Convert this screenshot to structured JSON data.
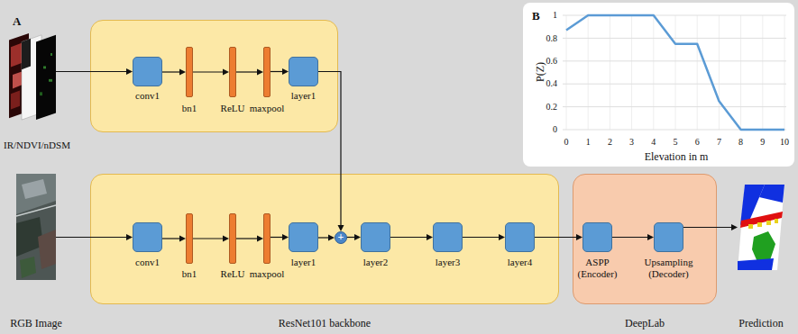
{
  "diagram": {
    "nodes": [
      {
        "text": [
          "IR/NDVI/nDSM"
        ]
      },
      {
        "text": []
      },
      {
        "text": [
          "conv1"
        ],
        "in": 1
      },
      {
        "text": [
          "bn1"
        ],
        "in": 1
      },
      {
        "text": [
          "ReLU"
        ],
        "in": 1
      },
      {
        "text": [
          "maxpool"
        ],
        "in": 1
      },
      {
        "text": [
          "layer1"
        ],
        "in": 1
      },
      {
        "text": [
          "RGB Image"
        ]
      },
      {
        "text": [
          "ResNet101 backbone"
        ]
      },
      {
        "text": [
          "conv1"
        ],
        "in": 8
      },
      {
        "text": [
          "bn1"
        ],
        "in": 8
      },
      {
        "text": [
          "ReLU"
        ],
        "in": 8
      },
      {
        "text": [
          "maxpool"
        ],
        "in": 8
      },
      {
        "text": [
          "layer1"
        ],
        "in": 8
      },
      {
        "text": [
          "+"
        ],
        "in": 8
      },
      {
        "text": [
          "layer2"
        ],
        "in": 8
      },
      {
        "text": [
          "layer3"
        ],
        "in": 8
      },
      {
        "text": [
          "layer4"
        ],
        "in": 8
      },
      {
        "text": [
          "DeepLab"
        ]
      },
      {
        "text": [
          "ASPP (Encoder)"
        ],
        "in": 18
      },
      {
        "text": [
          "Upsampling (Decoder)"
        ],
        "in": 18
      },
      {
        "text": [
          "Prediction"
        ]
      }
    ],
    "edges": [
      {
        "from": 0,
        "to": 2,
        "arrow": "to"
      },
      {
        "from": 2,
        "to": 3,
        "arrow": "to"
      },
      {
        "from": 3,
        "to": 4,
        "arrow": "to"
      },
      {
        "from": 4,
        "to": 5,
        "arrow": "to"
      },
      {
        "from": 5,
        "to": 6,
        "arrow": "to"
      },
      {
        "from": 6,
        "to": 14,
        "arrow": "to"
      },
      {
        "from": 7,
        "to": 9,
        "arrow": "to"
      },
      {
        "from": 9,
        "to": 10,
        "arrow": "to"
      },
      {
        "from": 10,
        "to": 11,
        "arrow": "to"
      },
      {
        "from": 11,
        "to": 12,
        "arrow": "to"
      },
      {
        "from": 12,
        "to": 13,
        "arrow": "to"
      },
      {
        "from": 13,
        "to": 14,
        "arrow": "to"
      },
      {
        "from": 14,
        "to": 15,
        "arrow": "to"
      },
      {
        "from": 15,
        "to": 16,
        "arrow": "to"
      },
      {
        "from": 16,
        "to": 17,
        "arrow": "to"
      },
      {
        "from": 17,
        "to": 19,
        "arrow": "to"
      },
      {
        "from": 19,
        "to": 20,
        "arrow": "to"
      },
      {
        "from": 20,
        "to": 21,
        "arrow": "to"
      }
    ],
    "labels": [
      "A",
      "B",
      "P(Z)",
      "Elevation in m",
      "0",
      "0.2",
      "0.4",
      "0.6",
      "0.8",
      "1",
      "0",
      "1",
      "2",
      "3",
      "4",
      "5",
      "6",
      "7",
      "8",
      "9",
      "10"
    ]
  }
}
